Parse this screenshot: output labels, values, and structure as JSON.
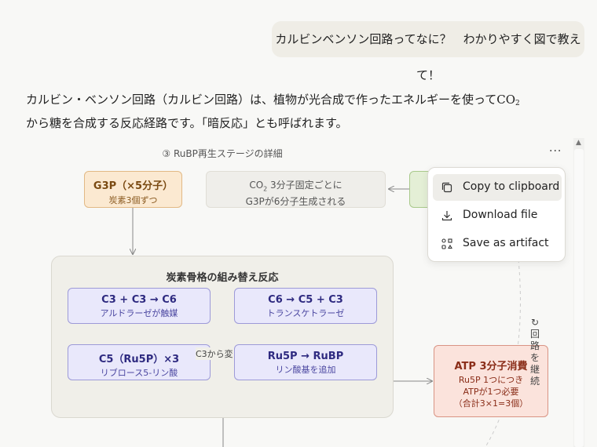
{
  "user_message": "カルビンベンソン回路ってなに？　わかりやすく図で教えて！",
  "answer": {
    "line1": "カルビン・ベンソン回路（カルビン回路）は、植物が光合成で作ったエネルギーを使ってCO",
    "line1_sub": "2",
    "line2": "から糖を合成する反応経路です。「暗反応」とも呼ばれます。"
  },
  "diagram": {
    "stage_title": "③ RuBP再生ステージの詳細",
    "g3p": {
      "title": "G3P（×5分子）",
      "sub": "炭素3個ずつ"
    },
    "co2_note": {
      "line1_a": "CO",
      "line1_sub": "2",
      "line1_b": " 3分子固定ごとに",
      "line2": "G3Pが6分子生成される"
    },
    "frame_title": "炭素骨格の組み替え反応",
    "reactions": [
      {
        "title": "C3 + C3 → C6",
        "sub": "アルドラーゼが触媒"
      },
      {
        "title": "C6 → C5 + C3",
        "sub": "トランスケトラーゼ"
      },
      {
        "title": "C5（Ru5P）×3",
        "sub": "リブロース5-リン酸"
      },
      {
        "title": "Ru5P → RuBP",
        "sub": "リン酸基を追加"
      }
    ],
    "c3_note": "C3から変",
    "atp": {
      "title": "ATP 3分子消費",
      "line1": "Ru5P 1つにつき",
      "line2": "ATPが1つ必要",
      "line3": "（合計3×1=3個）"
    },
    "vertical_label": "回路を継続"
  },
  "menu": {
    "dots": "···",
    "items": [
      {
        "label": "Copy to clipboard",
        "icon": "copy-icon",
        "active": true
      },
      {
        "label": "Download file",
        "icon": "download-icon",
        "active": false
      },
      {
        "label": "Save as artifact",
        "icon": "artifact-icon",
        "active": false
      }
    ]
  }
}
